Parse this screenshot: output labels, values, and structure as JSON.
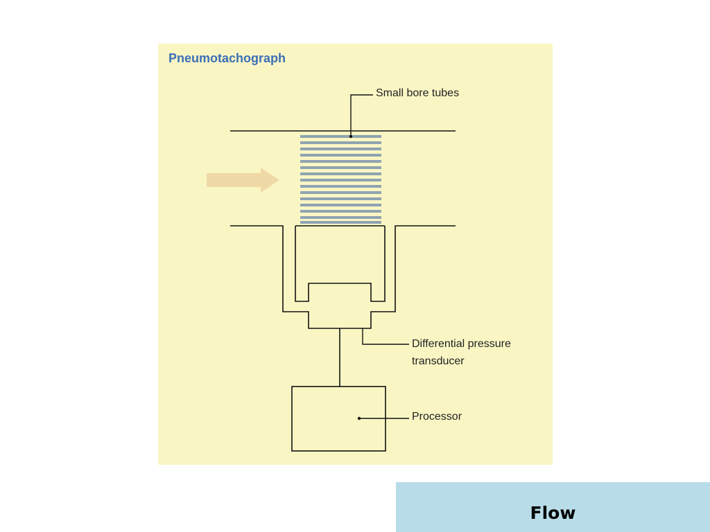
{
  "figure": {
    "title": "Pneumotachograph",
    "labels": {
      "small_bore_tubes": "Small bore tubes",
      "transducer_line1": "Differential pressure",
      "transducer_line2": "transducer",
      "processor": "Processor"
    },
    "colors": {
      "panel_background": "#faf6c4",
      "title": "#3b6fb6",
      "tubes": "#8fa3b1",
      "arrow": "#efd9a6"
    }
  },
  "flow_box": {
    "label": "Flow",
    "color": "#b9dde8"
  }
}
